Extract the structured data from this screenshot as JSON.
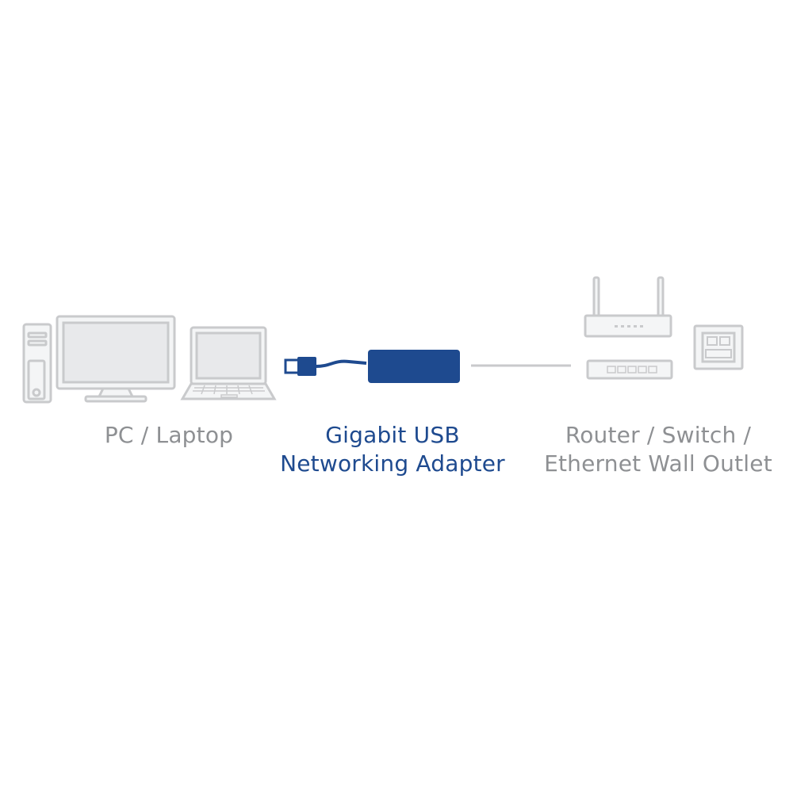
{
  "colors": {
    "device_outline": "#c9cacc",
    "device_fill": "#f4f5f6",
    "adapter": "#1e4a8f",
    "label_gray": "#8e9093",
    "label_blue": "#1e4a8f"
  },
  "icons": [
    "desktop-tower-icon",
    "monitor-icon",
    "laptop-icon",
    "usb-adapter-icon",
    "router-icon",
    "switch-icon",
    "wall-outlet-icon"
  ],
  "labels": {
    "pc": "PC / Laptop",
    "adapter_line1": "Gigabit USB",
    "adapter_line2": "Networking Adapter",
    "network_line1": "Router / Switch /",
    "network_line2": "Ethernet Wall Outlet"
  }
}
